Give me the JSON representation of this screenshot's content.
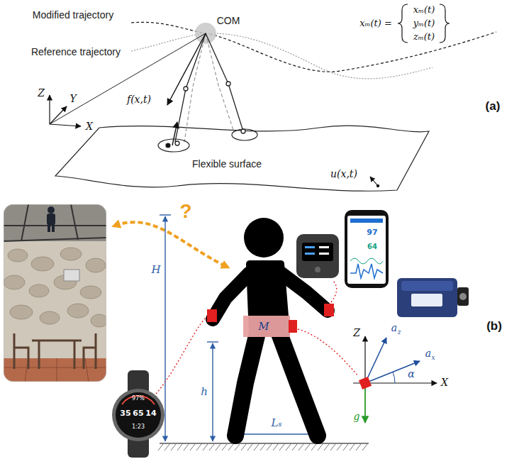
{
  "diagram": {
    "labels": [
      "Modified trajectory",
      "Reference trajectory",
      "COM",
      "xₘ(t) =",
      "xₘ(t)",
      "yₘ(t)",
      "zₘ(t)",
      "f(x,t)",
      "Z",
      "Y",
      "X",
      "Flexible surface",
      "u(x,t)",
      "(a)",
      "?",
      "H",
      "h",
      "M",
      "Lₛ",
      "Z",
      "X",
      "a",
      "z",
      "a",
      "x",
      "α",
      "g",
      "97%",
      "35",
      "65",
      "14",
      "1:23",
      "97",
      "64",
      "(b)"
    ]
  }
}
